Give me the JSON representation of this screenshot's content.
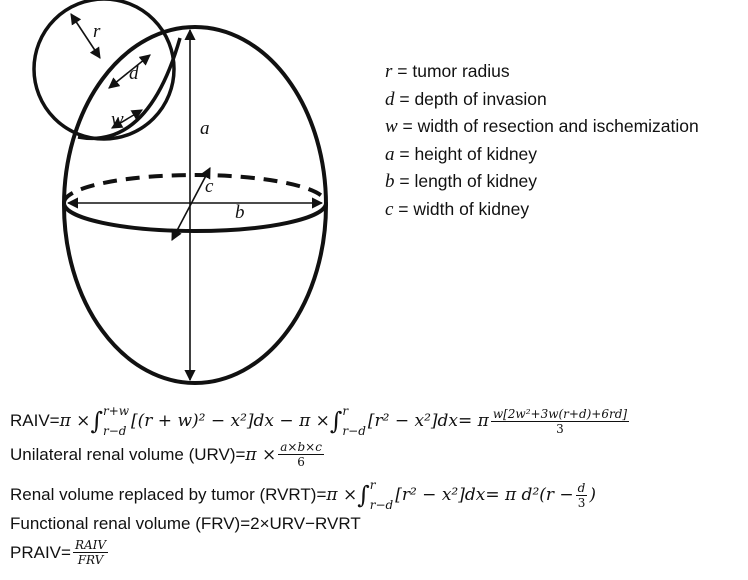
{
  "diagram": {
    "labels": {
      "r": "r",
      "d": "d",
      "w": "w",
      "a": "a",
      "b": "b",
      "c": "c"
    }
  },
  "legend": [
    {
      "symbol": "r",
      "text": " = tumor radius"
    },
    {
      "symbol": "d",
      "text": " = depth of invasion"
    },
    {
      "symbol": "w",
      "text": " = width of resection and ischemization"
    },
    {
      "symbol": "a",
      "text": " = height of kidney"
    },
    {
      "symbol": "b",
      "text": " = length of kidney"
    },
    {
      "symbol": "c",
      "text": " = width of kidney"
    }
  ],
  "formulas": {
    "raiv": {
      "name": "RAIV=",
      "lim1_upper": "r+w",
      "lim1_lower": "r−d",
      "integrand1": "[(r + w)² − x²]dx − π × ",
      "lim2_upper": "r",
      "lim2_lower": "r−d",
      "integrand2": "[r² − x²]dx= π ",
      "frac_num": "w[2w²+3w(r+d)+6rd]",
      "frac_den": "3"
    },
    "urv": {
      "name": "Unilateral renal volume (URV)= ",
      "frac_num": "a×b×c",
      "frac_den": "6"
    },
    "rvrt": {
      "name": "Renal volume replaced by tumor (RVRT)=",
      "lim_upper": "r",
      "lim_lower": "r−d",
      "integrand": "[r² − x²]dx= π d²(r − ",
      "frac_num": "d",
      "frac_den": "3",
      "close": ")"
    },
    "frv": {
      "text": "Functional renal volume (FRV)=2×URV−RVRT"
    },
    "praiv": {
      "name": "PRAIV=",
      "frac_num": "RAIV",
      "frac_den": "FRV"
    },
    "pi_times": "π × "
  }
}
